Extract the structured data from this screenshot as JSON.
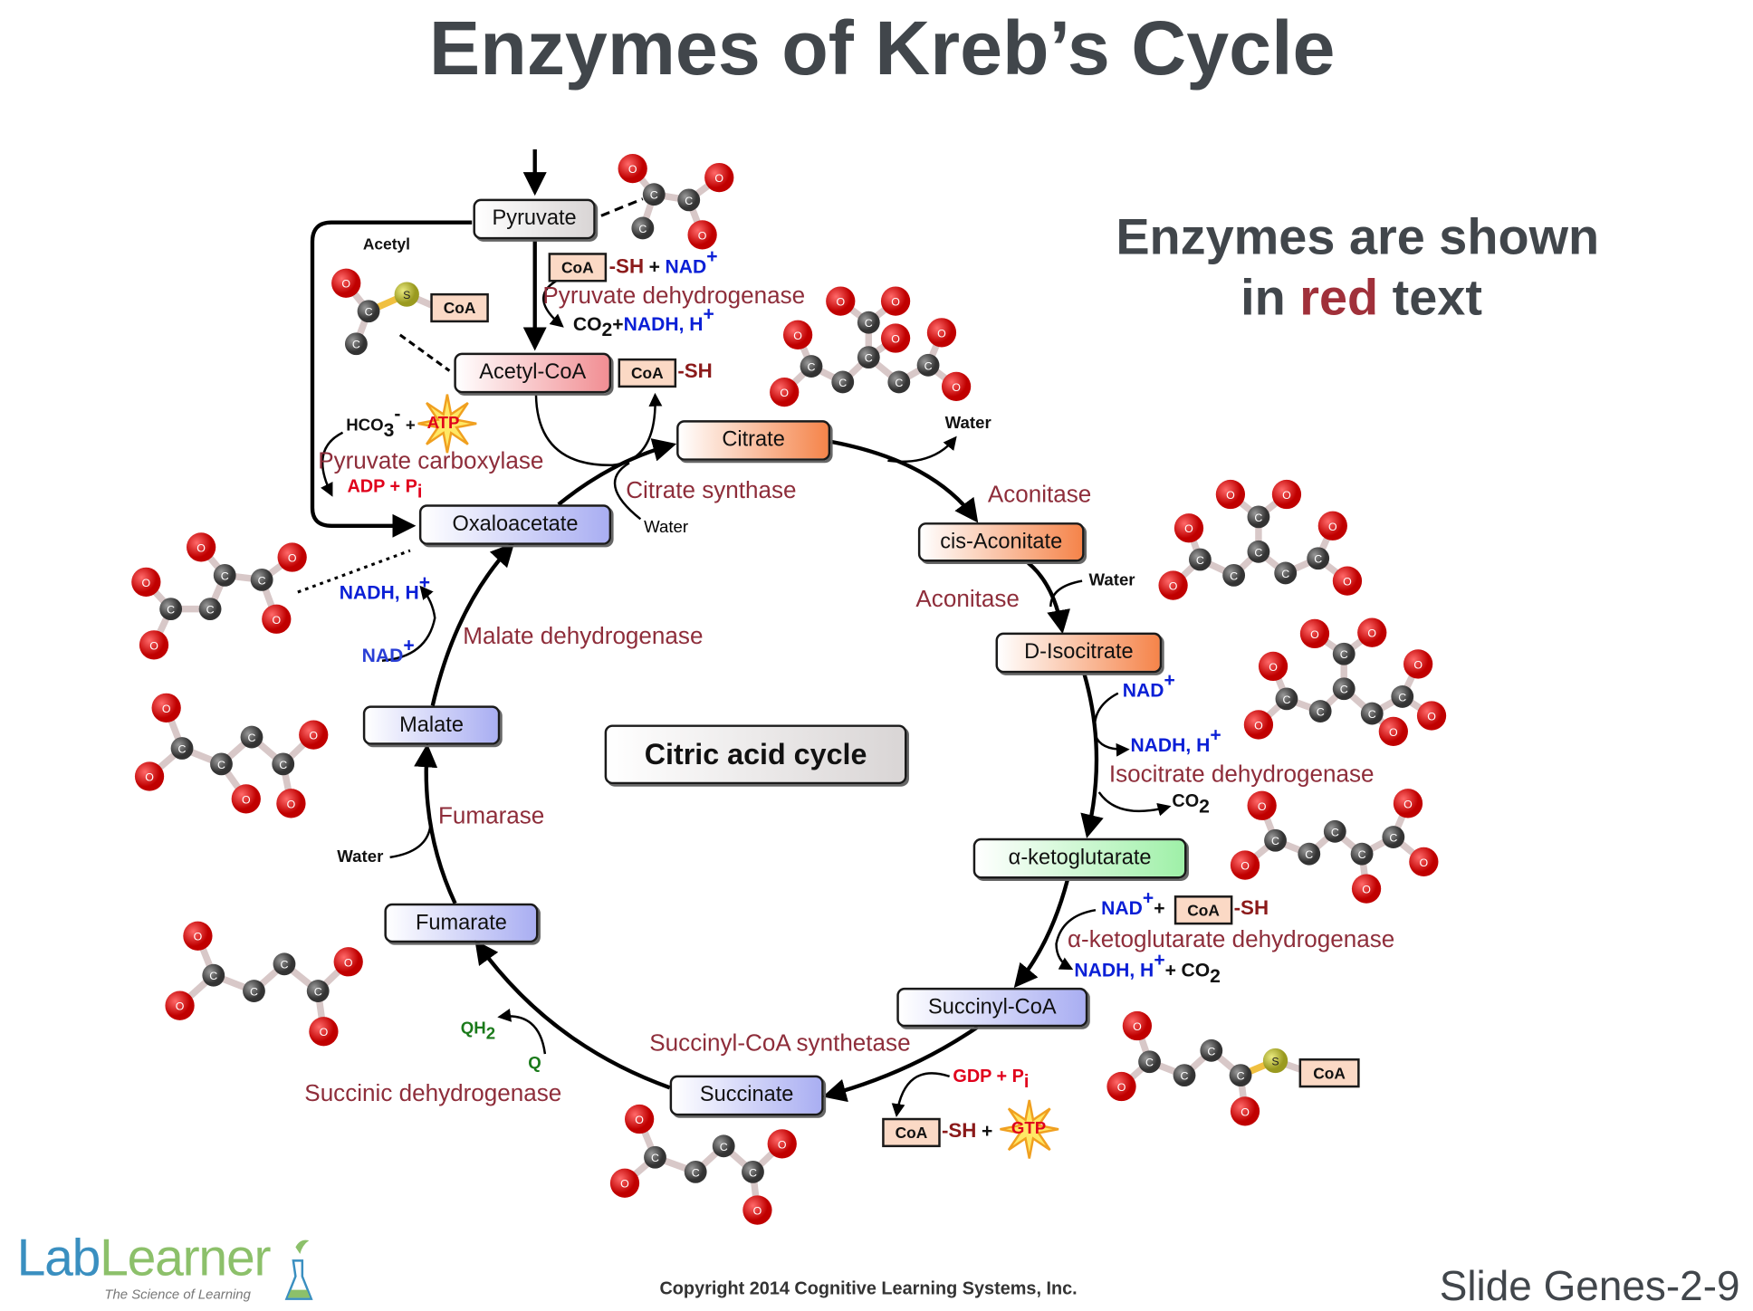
{
  "title": "Enzymes of Kreb’s Cycle",
  "legend": {
    "line1": "Enzymes are shown",
    "line2_pre": "in ",
    "line2_red": "red",
    "line2_post": " text",
    "red_color": "#a0303a"
  },
  "metabolites": {
    "pyruvate": "Pyruvate",
    "acetyl_coa": "Acetyl-CoA",
    "citrate": "Citrate",
    "cis_aconitate": "cis-Aconitate",
    "d_isocitrate": "D-Isocitrate",
    "alpha_ketoglutarate": "α-ketoglutarate",
    "succinyl_coa": "Succinyl-CoA",
    "succinate": "Succinate",
    "fumarate": "Fumarate",
    "malate": "Malate",
    "oxaloacetate": "Oxaloacetate"
  },
  "center_label": "Citric acid cycle",
  "enzymes": {
    "pyruvate_dehydrogenase": "Pyruvate dehydrogenase",
    "pyruvate_carboxylase": "Pyruvate carboxylase",
    "citrate_synthase": "Citrate synthase",
    "aconitase_1": "Aconitase",
    "aconitase_2": "Aconitase",
    "isocitrate_dehydrogenase": "Isocitrate dehydrogenase",
    "akg_dehydrogenase": "α-ketoglutarate dehydrogenase",
    "succinyl_coa_synthetase": "Succinyl-CoA synthetase",
    "succinic_dehydrogenase": "Succinic dehydrogenase",
    "fumarase": "Fumarase",
    "malate_dehydrogenase": "Malate dehydrogenase"
  },
  "cofactors": {
    "coa": "CoA",
    "sh": "-SH",
    "plus": "+",
    "nad": "NAD",
    "nadh_h": "NADH, H",
    "sup_plus": "+",
    "co": "CO",
    "sub2": "2",
    "acetyl": "Acetyl",
    "hco": "HCO",
    "hco_sub": "3",
    "hco_sup": "-",
    "atp": "ATP",
    "adp_p": "ADP + P",
    "gdp_p": "GDP + P",
    "sub_i": "i",
    "gtp": "GTP",
    "water": "Water",
    "qh": "QH",
    "q": "Q"
  },
  "colors": {
    "enzyme": "#8e2d3a",
    "nad": "#0a1fd6",
    "atp_text": "#e0001b",
    "quinone": "#1a7a1a",
    "coa_box": "#fbd9c5"
  },
  "footer": {
    "logo_lab": "Lab",
    "logo_learner": "Learner",
    "logo_tagline": "The Science of Learning",
    "copyright": "Copyright 2014 Cognitive Learning Systems, Inc.",
    "slide_id": "Slide Genes-2-9"
  }
}
